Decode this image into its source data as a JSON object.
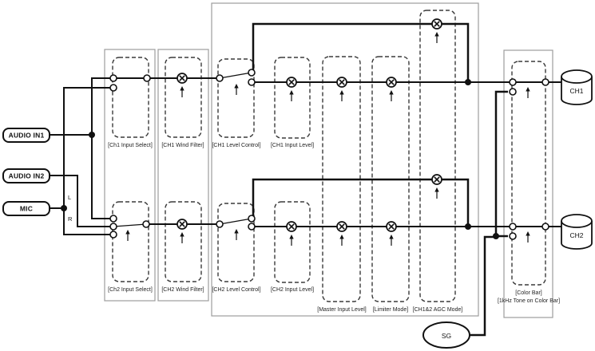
{
  "inputs": {
    "in1": "AUDIO IN1",
    "in2": "AUDIO IN2",
    "mic": "MIC"
  },
  "mic_split": {
    "left": "L",
    "right": "R"
  },
  "blocks": {
    "ch1_input_select": "[Ch1 Input Select]",
    "ch1_wind_filter": "[CH1 Wind Filter]",
    "ch1_level_control": "[CH1 Level Control]",
    "ch1_input_level": "[CH1 Input Level]",
    "ch2_input_select": "[Ch2 Input Select]",
    "ch2_wind_filter": "[CH2 Wind Filter]",
    "ch2_level_control": "[CH2 Level Control]",
    "ch2_input_level": "[CH2 Input Level]",
    "master_input_level": "[Master Input Level]",
    "limiter_mode": "[Limiter Mode]",
    "agc_mode": "[CH1&2 AGC Mode]",
    "color_bar": "[Color Bar]",
    "color_bar_tone": "[1kHz Tone on Color Bar]"
  },
  "outputs": {
    "ch1": "CH1",
    "ch2": "CH2"
  },
  "signal_generator": "SG",
  "colors": {
    "line": "#111111",
    "group_border": "#9c9c9c",
    "background": "#ffffff"
  }
}
